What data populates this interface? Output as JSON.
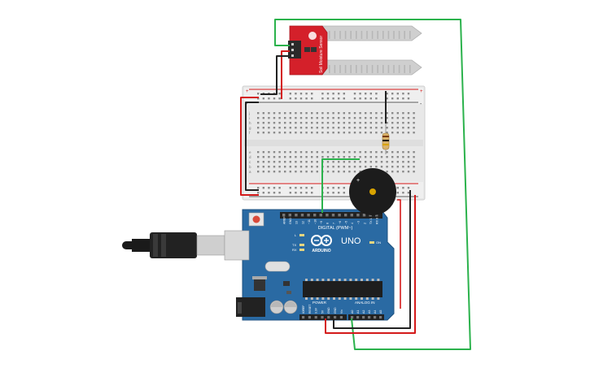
{
  "sensor": {
    "board_label": "Soil Moisture Sensor",
    "board_color": "#d4202a",
    "probe_color": "#cfcfcf"
  },
  "arduino": {
    "logo_text": "UNO",
    "brand_text": "ARDUINO",
    "digital_header": "DIGITAL (PWM~)",
    "power_label": "POWER",
    "analog_label": "ANALOG IN",
    "led_l": "L",
    "led_tx": "TX",
    "led_rx": "RX",
    "led_on": "ON",
    "board_color": "#2a6aa3",
    "power_pins": [
      "IOREF",
      "RESET",
      "3.3V",
      "5V",
      "GND",
      "GND",
      "Vin"
    ],
    "analog_pins": [
      "A0",
      "A1",
      "A2",
      "A3",
      "A4",
      "A5"
    ],
    "digital_pins": [
      "AREF",
      "GND",
      "13",
      "12",
      "~11",
      "~10",
      "~9",
      "8",
      "7",
      "~6",
      "~5",
      "4",
      "~3",
      "2",
      "TX 1",
      "RX 0"
    ]
  },
  "breadboard": {
    "row_letters_top": [
      "j",
      "i",
      "h",
      "g",
      "f"
    ],
    "row_letters_bottom": [
      "e",
      "d",
      "c",
      "b",
      "a"
    ],
    "plus": "+",
    "minus": "-"
  },
  "buzzer": {
    "plus": "+"
  },
  "wires": {
    "red": "#d41a1a",
    "black": "#222222",
    "green": "#2bb24c"
  }
}
